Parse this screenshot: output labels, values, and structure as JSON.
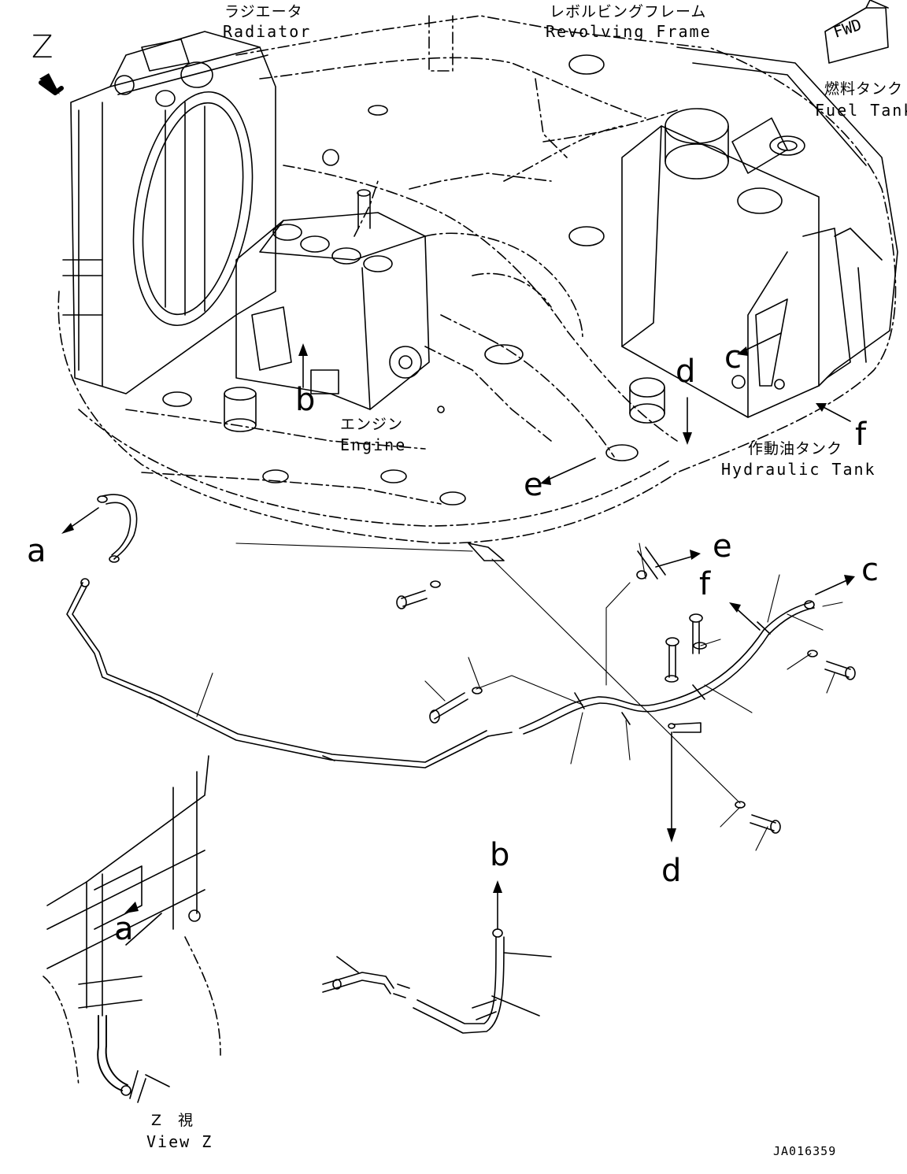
{
  "labels": {
    "radiator_jp": "ラジエータ",
    "radiator_en": "Radiator",
    "revolving_jp": "レボルビングフレーム",
    "revolving_en": "Revolving Frame",
    "fwd": "FWD",
    "fuel_jp": "燃料タンク",
    "fuel_en": "Fuel Tank",
    "engine_jp": "エンジン",
    "engine_en": "Engine",
    "hydraulic_jp": "作動油タンク",
    "hydraulic_en": "Hydraulic Tank",
    "view_z_jp": "Z　視",
    "view_z_en": "View Z",
    "view_marker": "Z",
    "drawing_no": "JA016359"
  },
  "callouts": {
    "a": "a",
    "b": "b",
    "c": "c",
    "d": "d",
    "e": "e",
    "f": "f"
  }
}
